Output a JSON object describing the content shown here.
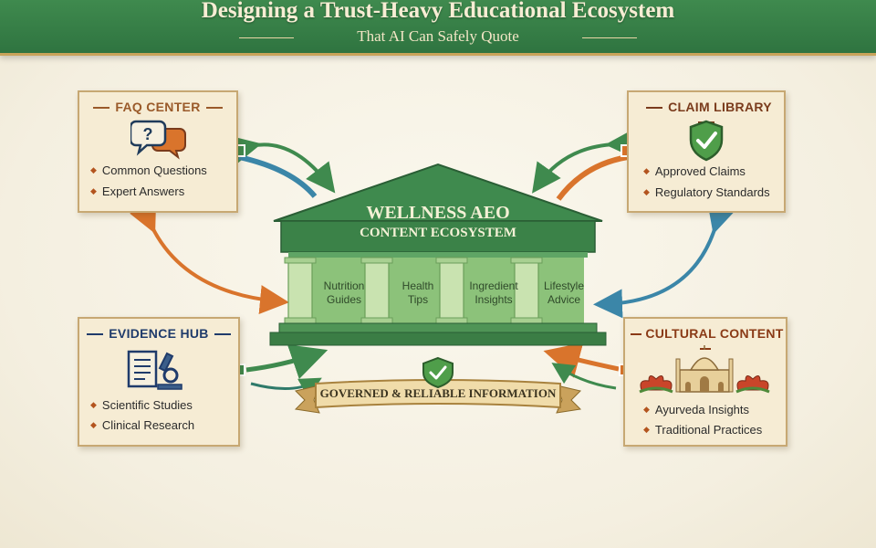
{
  "header": {
    "title": "Designing a Trust-Heavy Educational Ecosystem",
    "subtitle": "That AI Can Safely Quote"
  },
  "center": {
    "title_line1": "WELLNESS AEO",
    "title_line2": "CONTENT ECOSYSTEM",
    "pillars": [
      {
        "line1": "Nutrition",
        "line2": "Guides"
      },
      {
        "line1": "Health",
        "line2": "Tips"
      },
      {
        "line1": "Ingredient",
        "line2": "Insights"
      },
      {
        "line1": "Lifestyle",
        "line2": "Advice"
      }
    ],
    "ribbon": "GOVERNED & RELIABLE INFORMATION",
    "shield_icon": "check-shield-icon"
  },
  "cards": {
    "faq": {
      "title": "FAQ CENTER",
      "icon": "chat-bubbles-icon",
      "items": [
        "Common Questions",
        "Expert Answers"
      ],
      "accent": "#9a5a2a"
    },
    "claims": {
      "title": "CLAIM LIBRARY",
      "icon": "check-shield-icon",
      "items": [
        "Approved Claims",
        "Regulatory Standards"
      ],
      "accent": "#7a3b1c"
    },
    "evidence": {
      "title": "EVIDENCE HUB",
      "icon": "document-microscope-icon",
      "items": [
        "Scientific Studies",
        "Clinical Research"
      ],
      "accent": "#1f3b6b"
    },
    "cultural": {
      "title": "CULTURAL CONTENT",
      "icon": "palace-lotus-icon",
      "items": [
        "Ayurveda Insights",
        "Traditional Practices"
      ],
      "accent": "#8a3a16"
    }
  },
  "colors": {
    "green": "#3f8a4e",
    "orange": "#d9742c",
    "blue": "#3b86a8",
    "gold": "#c9a35a"
  }
}
